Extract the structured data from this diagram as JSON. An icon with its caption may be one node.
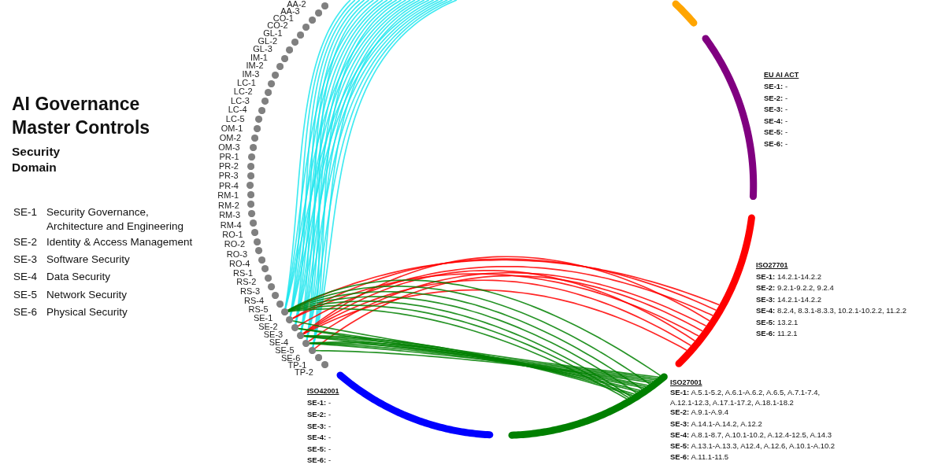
{
  "diagram": {
    "title": "AI Governance Master Controls",
    "nodes": [
      {
        "text": [
          "AA-2"
        ]
      },
      {
        "text": [
          "AA-3"
        ]
      },
      {
        "text": [
          "CO-1"
        ]
      },
      {
        "text": [
          "CO-2"
        ]
      },
      {
        "text": [
          "GL-1"
        ]
      },
      {
        "text": [
          "GL-2"
        ]
      },
      {
        "text": [
          "GL-3"
        ]
      },
      {
        "text": [
          "IM-1"
        ]
      },
      {
        "text": [
          "IM-2"
        ]
      },
      {
        "text": [
          "IM-3"
        ]
      },
      {
        "text": [
          "LC-1"
        ]
      },
      {
        "text": [
          "LC-2"
        ]
      },
      {
        "text": [
          "LC-3"
        ]
      },
      {
        "text": [
          "LC-4"
        ]
      },
      {
        "text": [
          "LC-5"
        ]
      },
      {
        "text": [
          "OM-1"
        ]
      },
      {
        "text": [
          "OM-2"
        ]
      },
      {
        "text": [
          "OM-3"
        ]
      },
      {
        "text": [
          "PR-1"
        ]
      },
      {
        "text": [
          "PR-2"
        ]
      },
      {
        "text": [
          "PR-3"
        ]
      },
      {
        "text": [
          "PR-4"
        ]
      },
      {
        "text": [
          "RM-1"
        ]
      },
      {
        "text": [
          "RM-2"
        ]
      },
      {
        "text": [
          "RM-3"
        ]
      },
      {
        "text": [
          "RM-4"
        ]
      },
      {
        "text": [
          "RO-1"
        ]
      },
      {
        "text": [
          "RO-2"
        ]
      },
      {
        "text": [
          "RO-3"
        ]
      },
      {
        "text": [
          "RO-4"
        ]
      },
      {
        "text": [
          "RS-1"
        ]
      },
      {
        "text": [
          "RS-2"
        ]
      },
      {
        "text": [
          "RS-3"
        ]
      },
      {
        "text": [
          "RS-4"
        ]
      },
      {
        "text": [
          "RS-5"
        ]
      },
      {
        "text": [
          "SE-1"
        ]
      },
      {
        "text": [
          "SE-2"
        ]
      },
      {
        "text": [
          "SE-3"
        ]
      },
      {
        "text": [
          "SE-4"
        ]
      },
      {
        "text": [
          "SE-5"
        ]
      },
      {
        "text": [
          "SE-6"
        ]
      },
      {
        "text": [
          "TP-1"
        ]
      },
      {
        "text": [
          "TP-2"
        ]
      },
      {
        "text": [],
        "shape": "arc"
      },
      {
        "text": [
          "EU AI ACT",
          "**SE-1:** -",
          "**SE-2:** -",
          "**SE-3:** -",
          "**SE-4:** -",
          "**SE-5:** -",
          "**SE-6:** -"
        ]
      },
      {
        "text": [
          "ISO27701",
          "**SE-1:** 14.2.1-14.2.2",
          "**SE-2:** 9.2.1-9.2.2, 9.2.4",
          "**SE-3:** 14.2.1-14.2.2",
          "**SE-4:** 8.2.4, 8.3.1-8.3.3, 10.2.1-10.2.2, 11.2.2",
          "**SE-5:** 13.2.1",
          "**SE-6:** 11.2.1"
        ]
      },
      {
        "text": [
          "ISO27001",
          "**SE-1:** A.5.1-5.2, A.6.1-A.6.2, A.6.5, A.7.1-7.4, A.12.1-12.3, A.17.1-17.2, A.18.1-18.2",
          "**SE-2:** A.9.1-A.9.4",
          "**SE-3:** A.14.1-A.14.2, A.12.2",
          "**SE-4:** A.8.1-8.7, A.10.1-10.2, A.12.4-12.5, A.14.3",
          "**SE-5:** A.13.1-A.13.3, A12.4, A.12.6, A.10.1-A.10.2",
          "**SE-6:** A.11.1-11.5"
        ]
      },
      {
        "text": [
          "ISO42001",
          "**SE-1:** -",
          "**SE-2:** -",
          "**SE-3:** -",
          "**SE-4:** -",
          "**SE-5:** -",
          "**SE-6:** -"
        ]
      }
    ],
    "edges": [
      {
        "from": 35,
        "to": null,
        "arrow": "none"
      },
      {
        "from": 35,
        "to": null,
        "arrow": "none"
      },
      {
        "from": 35,
        "to": null,
        "arrow": "none"
      },
      {
        "from": 35,
        "to": null,
        "arrow": "none"
      },
      {
        "from": 36,
        "to": null,
        "arrow": "none"
      },
      {
        "from": 36,
        "to": null,
        "arrow": "none"
      },
      {
        "from": 36,
        "to": null,
        "arrow": "none"
      },
      {
        "from": 36,
        "to": null,
        "arrow": "none"
      },
      {
        "from": 37,
        "to": null,
        "arrow": "none"
      },
      {
        "from": 37,
        "to": null,
        "arrow": "none"
      },
      {
        "from": 37,
        "to": null,
        "arrow": "none"
      },
      {
        "from": 37,
        "to": null,
        "arrow": "none"
      },
      {
        "from": 38,
        "to": null,
        "arrow": "none"
      },
      {
        "from": 38,
        "to": null,
        "arrow": "none"
      },
      {
        "from": 38,
        "to": null,
        "arrow": "none"
      },
      {
        "from": 38,
        "to": null,
        "arrow": "none"
      },
      {
        "from": 39,
        "to": null,
        "arrow": "none"
      },
      {
        "from": 39,
        "to": null,
        "arrow": "none"
      },
      {
        "from": 39,
        "to": null,
        "arrow": "none"
      },
      {
        "from": 39,
        "to": null,
        "arrow": "none"
      },
      {
        "from": 40,
        "to": null,
        "arrow": "none"
      },
      {
        "from": 40,
        "to": null,
        "arrow": "none"
      },
      {
        "from": 40,
        "to": null,
        "arrow": "none"
      },
      {
        "from": 40,
        "to": null,
        "arrow": "none"
      },
      {
        "from": 35,
        "to": 45,
        "arrow": "none",
        "color": "#ff0000"
      },
      {
        "from": 36,
        "to": 45,
        "arrow": "none",
        "color": "#ff0000"
      },
      {
        "from": 36,
        "to": 45,
        "arrow": "none",
        "color": "#ff0000"
      },
      {
        "from": 37,
        "to": 45,
        "arrow": "none",
        "color": "#ff0000"
      },
      {
        "from": 38,
        "to": 45,
        "arrow": "none",
        "color": "#ff0000"
      },
      {
        "from": 38,
        "to": 45,
        "arrow": "none",
        "color": "#ff0000"
      },
      {
        "from": 38,
        "to": 45,
        "arrow": "none",
        "color": "#ff0000"
      },
      {
        "from": 38,
        "to": 45,
        "arrow": "none",
        "color": "#ff0000"
      },
      {
        "from": 39,
        "to": 45,
        "arrow": "none",
        "color": "#ff0000"
      },
      {
        "from": 40,
        "to": 45,
        "arrow": "none",
        "color": "#ff0000"
      },
      {
        "from": 35,
        "to": 46,
        "arrow": "none",
        "color": "#008000"
      },
      {
        "from": 35,
        "to": 46,
        "arrow": "none",
        "color": "#008000"
      },
      {
        "from": 35,
        "to": 46,
        "arrow": "none",
        "color": "#008000"
      },
      {
        "from": 35,
        "to": 46,
        "arrow": "none",
        "color": "#008000"
      },
      {
        "from": 35,
        "to": 46,
        "arrow": "none",
        "color": "#008000"
      },
      {
        "from": 35,
        "to": 46,
        "arrow": "none",
        "color": "#008000"
      },
      {
        "from": 35,
        "to": 46,
        "arrow": "none",
        "color": "#008000"
      },
      {
        "from": 36,
        "to": 46,
        "arrow": "none",
        "color": "#008000"
      },
      {
        "from": 37,
        "to": 46,
        "arrow": "none",
        "color": "#008000"
      },
      {
        "from": 37,
        "to": 46,
        "arrow": "none",
        "color": "#008000"
      },
      {
        "from": 38,
        "to": 46,
        "arrow": "none",
        "color": "#008000"
      },
      {
        "from": 38,
        "to": 46,
        "arrow": "none",
        "color": "#008000"
      },
      {
        "from": 38,
        "to": 46,
        "arrow": "none",
        "color": "#008000"
      },
      {
        "from": 38,
        "to": 46,
        "arrow": "none",
        "color": "#008000"
      },
      {
        "from": 39,
        "to": 46,
        "arrow": "none",
        "color": "#008000"
      },
      {
        "from": 39,
        "to": 46,
        "arrow": "none",
        "color": "#008000"
      },
      {
        "from": 39,
        "to": 46,
        "arrow": "none",
        "color": "#008000"
      },
      {
        "from": 39,
        "to": 46,
        "arrow": "none",
        "color": "#008000"
      },
      {
        "from": 40,
        "to": 46,
        "arrow": "none",
        "color": "#008000"
      }
    ],
    "labels": [
      "Security Domain",
      "SE-1",
      "Security Governance, Architecture and Engineering",
      "SE-2",
      "Identity & Access Management",
      "SE-3",
      "Software Security",
      "SE-4",
      "Data Security",
      "SE-5",
      "Network Security",
      "SE-6",
      "Physical Security"
    ]
  }
}
